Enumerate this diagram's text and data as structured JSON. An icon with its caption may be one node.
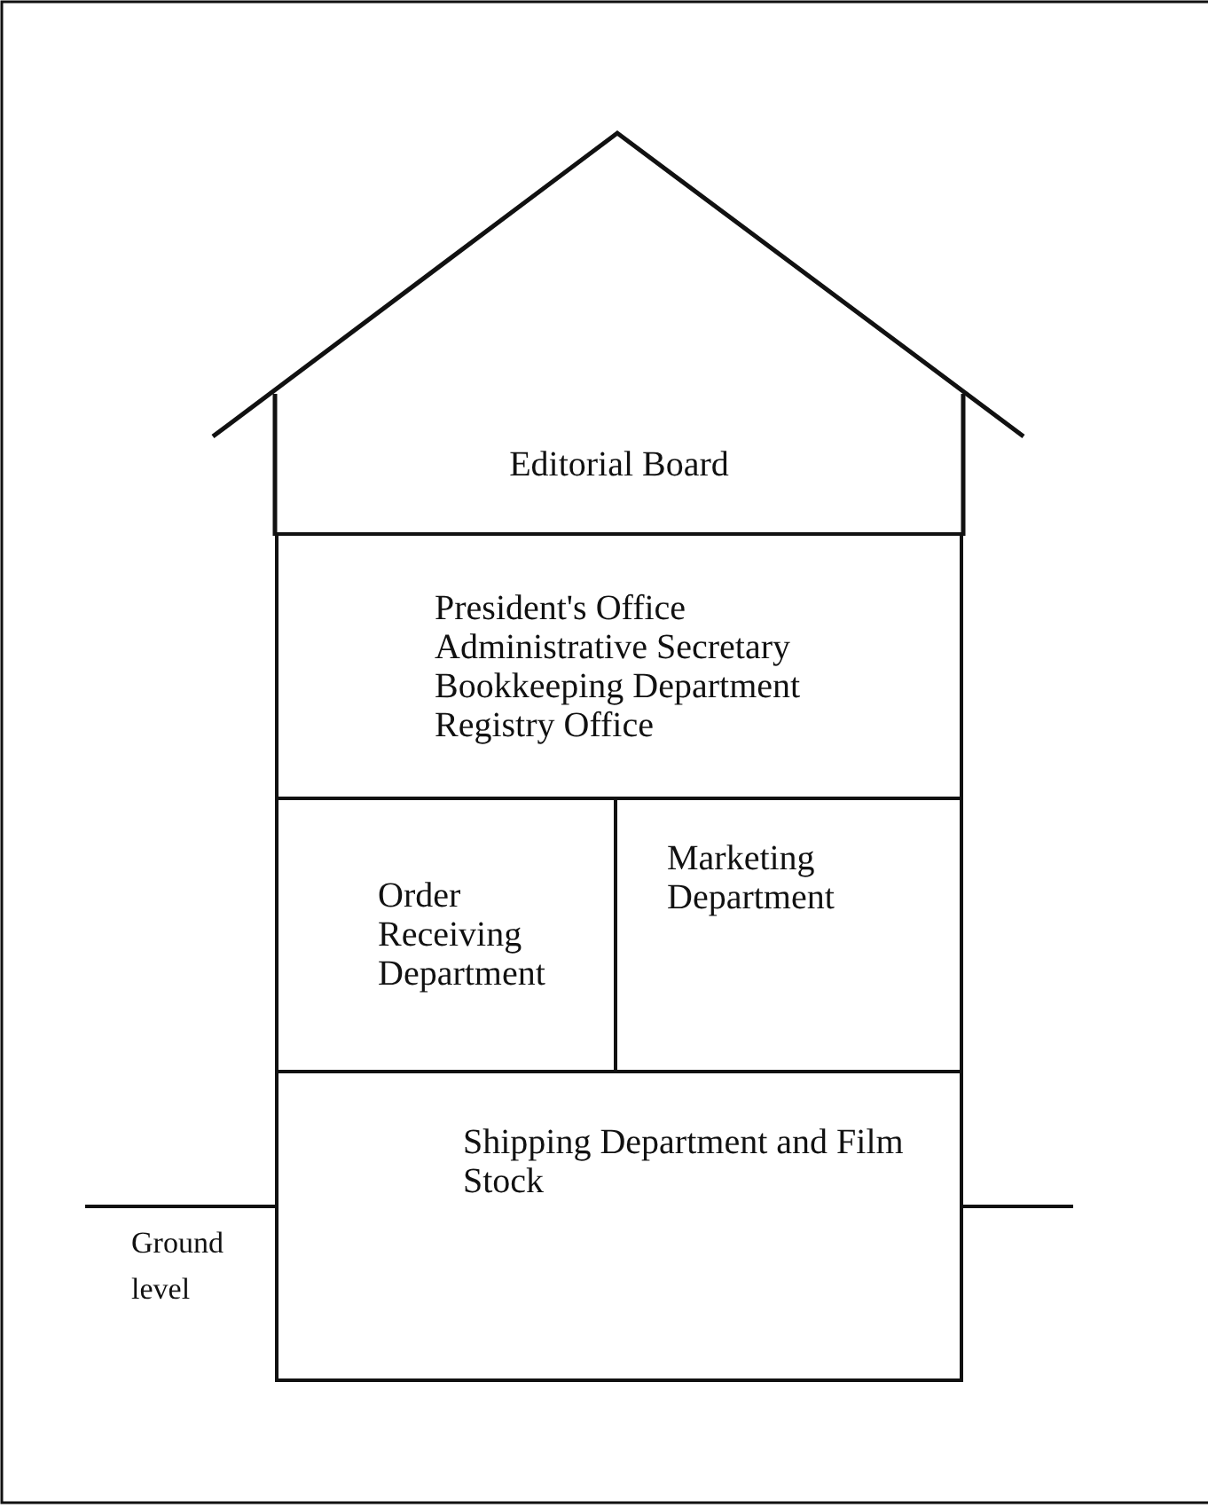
{
  "diagram": {
    "nodes": [
      {
        "text": [
          "Editorial Board"
        ]
      },
      {
        "text": [
          "President's Office",
          "Administrative Secretary",
          "Bookkeeping Department",
          "Registry Office"
        ]
      },
      {
        "text": [
          "Order Receiving Department"
        ]
      },
      {
        "text": [
          "Marketing Department"
        ]
      },
      {
        "text": [
          "Shipping Department and Film Stock"
        ]
      }
    ],
    "labels": [
      "Ground level"
    ]
  }
}
